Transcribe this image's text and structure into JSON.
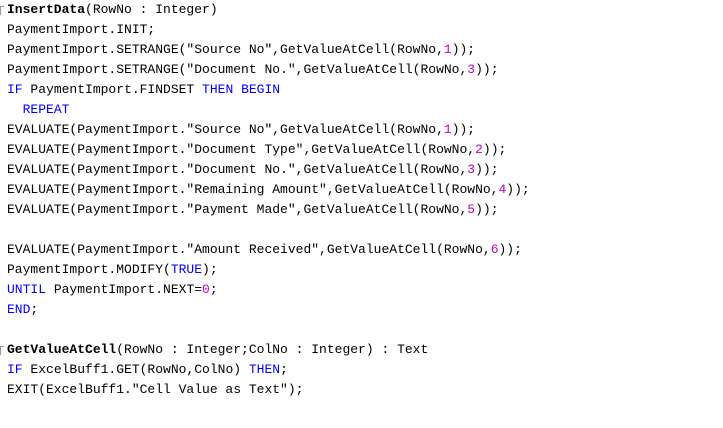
{
  "colors": {
    "keyword": "#0000ff",
    "number": "#c000c0",
    "text": "#000000",
    "background": "#ffffff"
  },
  "lines": [
    [
      {
        "t": "InsertData",
        "s": "bold"
      },
      {
        "t": "(RowNo : Integer)"
      }
    ],
    [
      {
        "t": "PaymentImport.INIT;"
      }
    ],
    [
      {
        "t": "PaymentImport.SETRANGE(\"Source No\",GetValueAtCell(RowNo,"
      },
      {
        "t": "1",
        "s": "num"
      },
      {
        "t": "));"
      }
    ],
    [
      {
        "t": "PaymentImport.SETRANGE(\"Document No.\",GetValueAtCell(RowNo,"
      },
      {
        "t": "3",
        "s": "num"
      },
      {
        "t": "));"
      }
    ],
    [
      {
        "t": "IF",
        "s": "kw"
      },
      {
        "t": " PaymentImport.FINDSET "
      },
      {
        "t": "THEN",
        "s": "kw"
      },
      {
        "t": " "
      },
      {
        "t": "BEGIN",
        "s": "kw"
      }
    ],
    [
      {
        "t": "  "
      },
      {
        "t": "REPEAT",
        "s": "kw"
      }
    ],
    [
      {
        "t": "EVALUATE(PaymentImport.\"Source No\",GetValueAtCell(RowNo,"
      },
      {
        "t": "1",
        "s": "num"
      },
      {
        "t": "));"
      }
    ],
    [
      {
        "t": "EVALUATE(PaymentImport.\"Document Type\",GetValueAtCell(RowNo,"
      },
      {
        "t": "2",
        "s": "num"
      },
      {
        "t": "));"
      }
    ],
    [
      {
        "t": "EVALUATE(PaymentImport.\"Document No.\",GetValueAtCell(RowNo,"
      },
      {
        "t": "3",
        "s": "num"
      },
      {
        "t": "));"
      }
    ],
    [
      {
        "t": "EVALUATE(PaymentImport.\"Remaining Amount\",GetValueAtCell(RowNo,"
      },
      {
        "t": "4",
        "s": "num"
      },
      {
        "t": "));"
      }
    ],
    [
      {
        "t": "EVALUATE(PaymentImport.\"Payment Made\",GetValueAtCell(RowNo,"
      },
      {
        "t": "5",
        "s": "num"
      },
      {
        "t": "));"
      }
    ],
    [],
    [
      {
        "t": "EVALUATE(PaymentImport.\"Amount Received\",GetValueAtCell(RowNo,"
      },
      {
        "t": "6",
        "s": "num"
      },
      {
        "t": "));"
      }
    ],
    [
      {
        "t": "PaymentImport.MODIFY("
      },
      {
        "t": "TRUE",
        "s": "kw"
      },
      {
        "t": ");"
      }
    ],
    [
      {
        "t": "UNTIL",
        "s": "kw"
      },
      {
        "t": " PaymentImport.NEXT="
      },
      {
        "t": "0",
        "s": "num"
      },
      {
        "t": ";"
      }
    ],
    [
      {
        "t": "END",
        "s": "kw"
      },
      {
        "t": ";"
      }
    ],
    [],
    [
      {
        "t": "GetValueAtCell",
        "s": "bold"
      },
      {
        "t": "(RowNo : Integer;ColNo : Integer) : Text"
      }
    ],
    [
      {
        "t": "IF",
        "s": "kw"
      },
      {
        "t": " ExcelBuff1.GET(RowNo,ColNo) "
      },
      {
        "t": "THEN",
        "s": "kw"
      },
      {
        "t": ";"
      }
    ],
    [
      {
        "t": "EXIT(ExcelBuff1.\"Cell Value as Text\");"
      }
    ]
  ]
}
